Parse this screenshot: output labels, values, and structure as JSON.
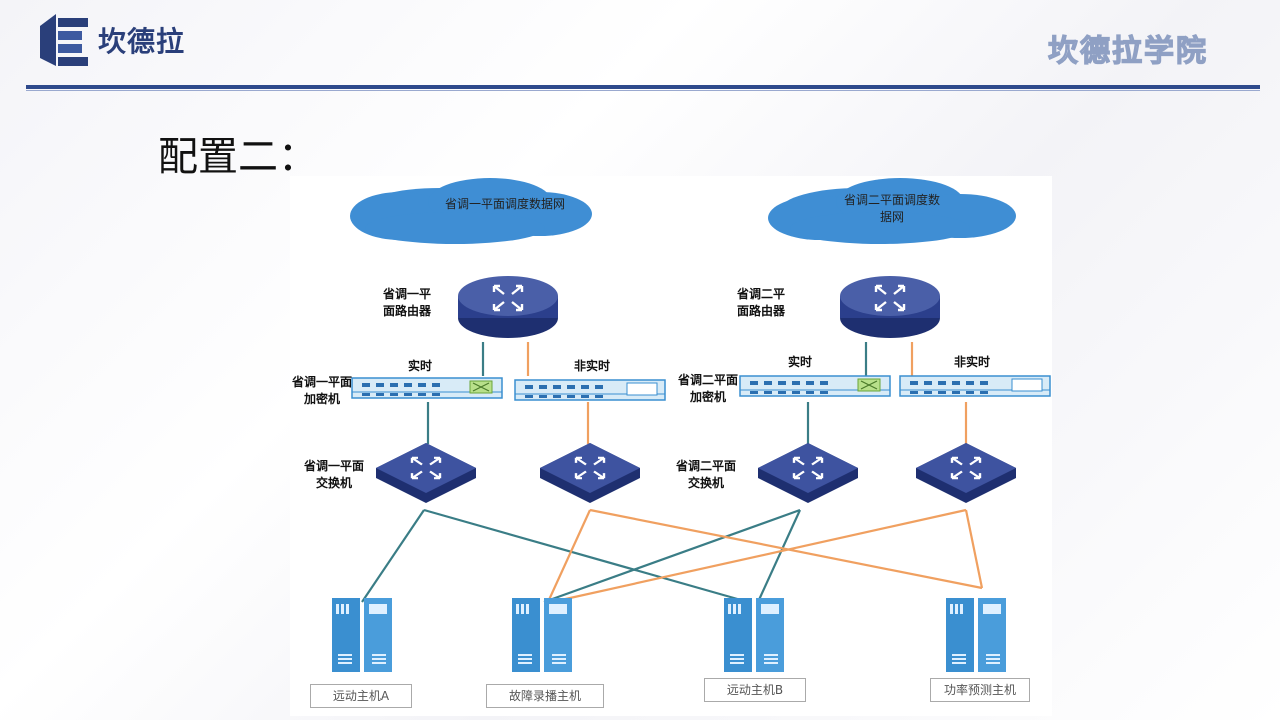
{
  "header": {
    "brand": "坎德拉",
    "academy": "坎德拉学院"
  },
  "slide": {
    "title": "配置二："
  },
  "diagram": {
    "clouds": [
      {
        "label": "省调一平面调度数据网"
      },
      {
        "label": "省调二平面调度数据网"
      }
    ],
    "routers": [
      {
        "label": "省调一平面路由器"
      },
      {
        "label": "省调二平面路由器"
      }
    ],
    "encryptors": [
      {
        "label": "省调一平面加密机"
      },
      {
        "label": "省调二平面加密机"
      }
    ],
    "link_types": {
      "realtime": "实时",
      "nonrealtime": "非实时",
      "realtime_color": "#3a7d86",
      "nonrealtime_color": "#f0a060"
    },
    "switches": [
      {
        "label": "省调一平面交换机"
      },
      {
        "label": "省调二平面交换机"
      }
    ],
    "hosts": [
      {
        "label": "远动主机A"
      },
      {
        "label": "故障录播主机"
      },
      {
        "label": "远动主机B"
      },
      {
        "label": "功率预测主机"
      }
    ],
    "colors": {
      "device_fill": "#2b3f8c",
      "device_top": "#5b70b8",
      "server_fill": "#3a8fd0",
      "cloud_fill": "#3f8ed4"
    }
  }
}
